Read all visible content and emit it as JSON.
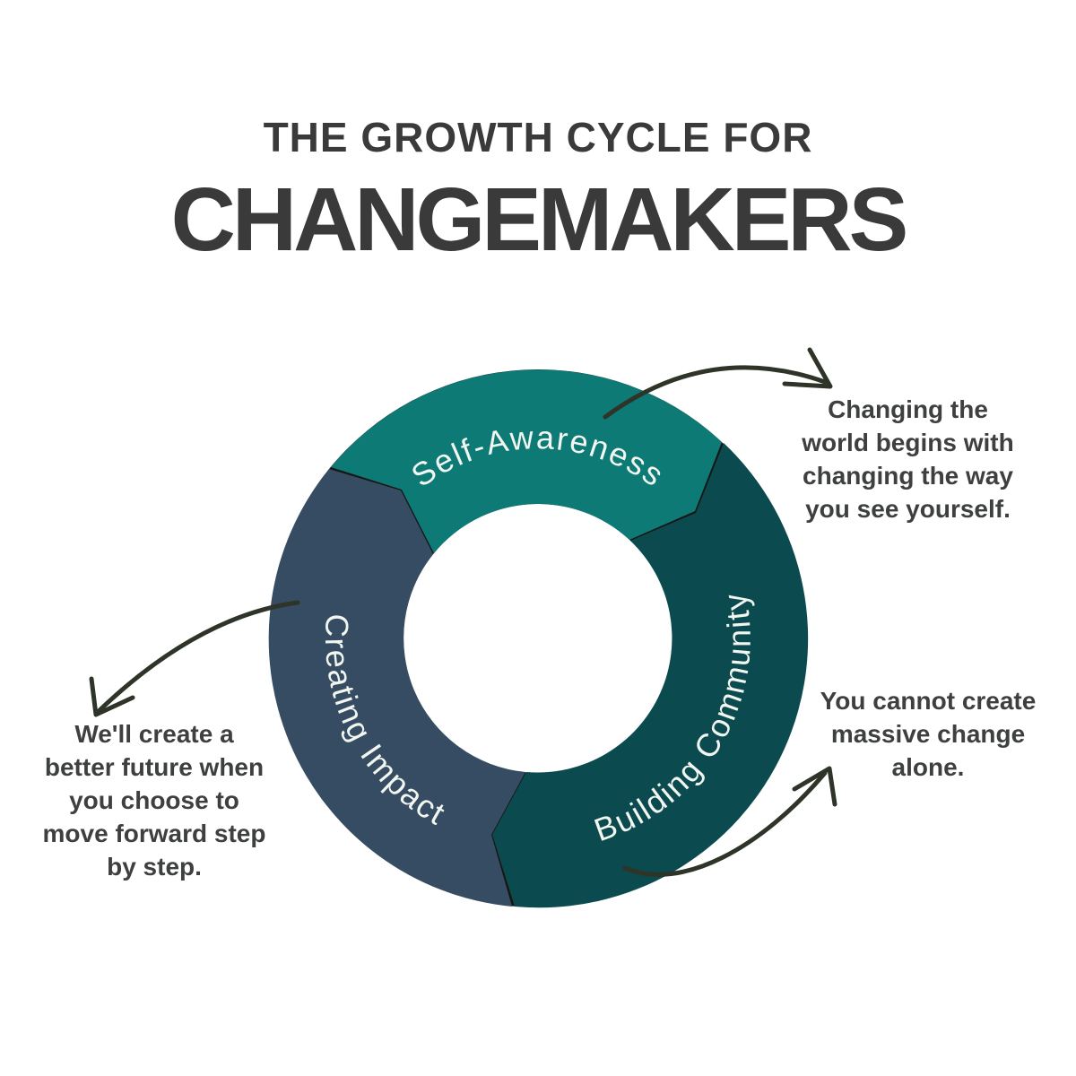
{
  "title": {
    "kicker": "THE GROWTH CYCLE FOR",
    "main": "CHANGEMAKERS"
  },
  "diagram": {
    "type": "cycle",
    "flow": "clockwise",
    "segments": [
      {
        "id": "self-awareness",
        "label": "Self-Awareness",
        "color": "#0d7a76",
        "annotation": "Changing the\nworld begins with\nchanging the way\nyou see yourself."
      },
      {
        "id": "building-community",
        "label": "Building Community",
        "color": "#0b4a4e",
        "annotation": "You cannot create\nmassive change\nalone."
      },
      {
        "id": "creating-impact",
        "label": "Creating Impact",
        "color": "#364c63",
        "annotation": "We'll create a\nbetter future when\nyou choose to\nmove forward step\nby step."
      }
    ],
    "label_color": "#f2f6f0",
    "separator_color": "#161616",
    "arrow_color": "#2e3428",
    "annotation_color": "#3e3f3f",
    "title_color": "#3a3a3a"
  }
}
